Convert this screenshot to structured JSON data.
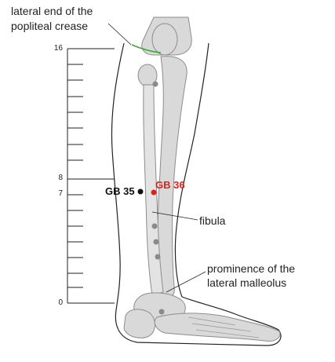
{
  "labels": {
    "crease_line1": "lateral end of the",
    "crease_line2": "popliteal crease",
    "fibula": "fibula",
    "malleolus_line1": "prominence of the",
    "malleolus_line2": "lateral malleolus"
  },
  "points": {
    "gb35": "GB 35",
    "gb36": "GB 36"
  },
  "scale": {
    "top": "16",
    "mark8": "8",
    "mark7": "7",
    "bottom": "0"
  },
  "colors": {
    "point_black": "#111111",
    "point_red": "#e0201b",
    "crease_green": "#3aaa35",
    "bone_fill": "#d9d9d9",
    "bone_stroke": "#8c8c8c",
    "leg_outline": "#222222"
  }
}
